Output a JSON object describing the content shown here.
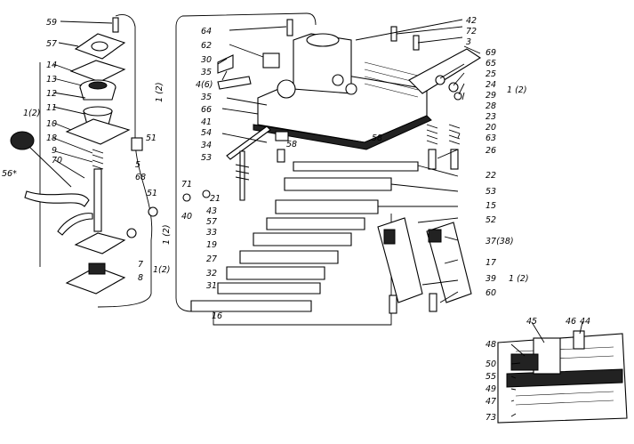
{
  "labels": [
    {
      "id": "l59",
      "text": "59"
    },
    {
      "id": "l57",
      "text": "57"
    },
    {
      "id": "l14",
      "text": "14"
    },
    {
      "id": "l13",
      "text": "13"
    },
    {
      "id": "l12",
      "text": "12"
    },
    {
      "id": "l11",
      "text": "11"
    },
    {
      "id": "l10",
      "text": "10"
    },
    {
      "id": "l18",
      "text": "18"
    },
    {
      "id": "l9",
      "text": "9"
    },
    {
      "id": "l70",
      "text": "70"
    },
    {
      "id": "l56",
      "text": "56*"
    },
    {
      "id": "l12g",
      "text": "1(2)"
    },
    {
      "id": "l51a",
      "text": "51"
    },
    {
      "id": "l5",
      "text": "5"
    },
    {
      "id": "l68",
      "text": "68"
    },
    {
      "id": "l51b",
      "text": "51"
    },
    {
      "id": "l7",
      "text": "7"
    },
    {
      "id": "l8",
      "text": "8"
    },
    {
      "id": "l12h",
      "text": "1(2)"
    },
    {
      "id": "l12r",
      "text": "1 (2)"
    },
    {
      "id": "l12r2",
      "text": "1 (2)"
    },
    {
      "id": "l64",
      "text": "64"
    },
    {
      "id": "l62",
      "text": "62"
    },
    {
      "id": "l30",
      "text": "30"
    },
    {
      "id": "l35",
      "text": "35"
    },
    {
      "id": "l46",
      "text": "4(6)"
    },
    {
      "id": "l35b",
      "text": "35"
    },
    {
      "id": "l66",
      "text": "66"
    },
    {
      "id": "l41",
      "text": "41"
    },
    {
      "id": "l54",
      "text": "54"
    },
    {
      "id": "l34",
      "text": "34"
    },
    {
      "id": "l53a",
      "text": "53"
    },
    {
      "id": "l71",
      "text": "71"
    },
    {
      "id": "l40",
      "text": "40"
    },
    {
      "id": "l21",
      "text": "21"
    },
    {
      "id": "l43",
      "text": "43"
    },
    {
      "id": "l57b",
      "text": "57"
    },
    {
      "id": "l33",
      "text": "33"
    },
    {
      "id": "l19",
      "text": "19"
    },
    {
      "id": "l27",
      "text": "27"
    },
    {
      "id": "l32",
      "text": "32"
    },
    {
      "id": "l31",
      "text": "31"
    },
    {
      "id": "l16",
      "text": "16"
    },
    {
      "id": "l58",
      "text": "58"
    },
    {
      "id": "l58b",
      "text": "58"
    },
    {
      "id": "l42",
      "text": "42"
    },
    {
      "id": "l72",
      "text": "72"
    },
    {
      "id": "l3",
      "text": "3"
    },
    {
      "id": "l69",
      "text": "69"
    },
    {
      "id": "l65",
      "text": "65"
    },
    {
      "id": "l25",
      "text": "25"
    },
    {
      "id": "l24",
      "text": "24"
    },
    {
      "id": "l29",
      "text": "29"
    },
    {
      "id": "l28",
      "text": "28"
    },
    {
      "id": "l23",
      "text": "23"
    },
    {
      "id": "l20",
      "text": "20"
    },
    {
      "id": "l63",
      "text": "63"
    },
    {
      "id": "l26",
      "text": "26"
    },
    {
      "id": "l12c",
      "text": "1 (2)"
    },
    {
      "id": "l22",
      "text": "22"
    },
    {
      "id": "l53b",
      "text": "53"
    },
    {
      "id": "l15",
      "text": "15"
    },
    {
      "id": "l52",
      "text": "52"
    },
    {
      "id": "l37",
      "text": "37(38)"
    },
    {
      "id": "l17",
      "text": "17"
    },
    {
      "id": "l39",
      "text": "39"
    },
    {
      "id": "l60",
      "text": "60"
    },
    {
      "id": "l12d",
      "text": "1 (2)"
    },
    {
      "id": "l45",
      "text": "45"
    },
    {
      "id": "l46b",
      "text": "46"
    },
    {
      "id": "l44",
      "text": "44"
    },
    {
      "id": "l48",
      "text": "48"
    },
    {
      "id": "l50",
      "text": "50"
    },
    {
      "id": "l55",
      "text": "55"
    },
    {
      "id": "l49",
      "text": "49"
    },
    {
      "id": "l47",
      "text": "47"
    },
    {
      "id": "l73",
      "text": "73"
    }
  ]
}
